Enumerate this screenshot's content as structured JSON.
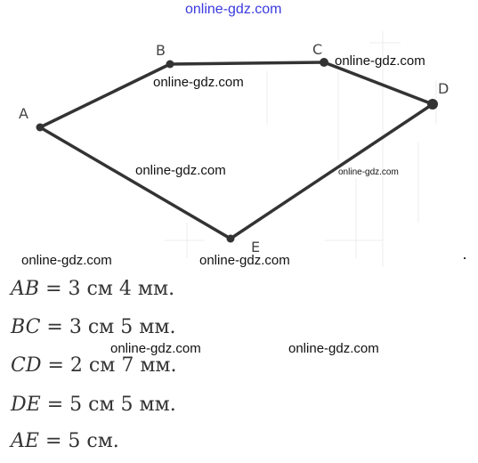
{
  "watermarks": {
    "top": "online-gdz.com",
    "w1": "online-gdz.com",
    "w2": "online-gdz.com",
    "w3": "online-gdz.com",
    "w4": "online-gdz.com",
    "w5": "online-gdz.com",
    "w6": "online-gdz.com",
    "w7": "online-gdz.com",
    "w8": "online-gdz.com"
  },
  "diagram": {
    "vertices": [
      {
        "id": "A",
        "label": "A"
      },
      {
        "id": "B",
        "label": "B"
      },
      {
        "id": "C",
        "label": "C"
      },
      {
        "id": "D",
        "label": "D"
      },
      {
        "id": "E",
        "label": "E"
      }
    ]
  },
  "measurements": [
    {
      "segment": "AB",
      "value": "= 3 см 4 мм."
    },
    {
      "segment": "BC",
      "value": "= 3 см 5 мм."
    },
    {
      "segment": "CD",
      "value": "= 2 см 7 мм."
    },
    {
      "segment": "DE",
      "value": "= 5 см 5 мм."
    },
    {
      "segment": "AE",
      "value": "= 5 см."
    }
  ]
}
